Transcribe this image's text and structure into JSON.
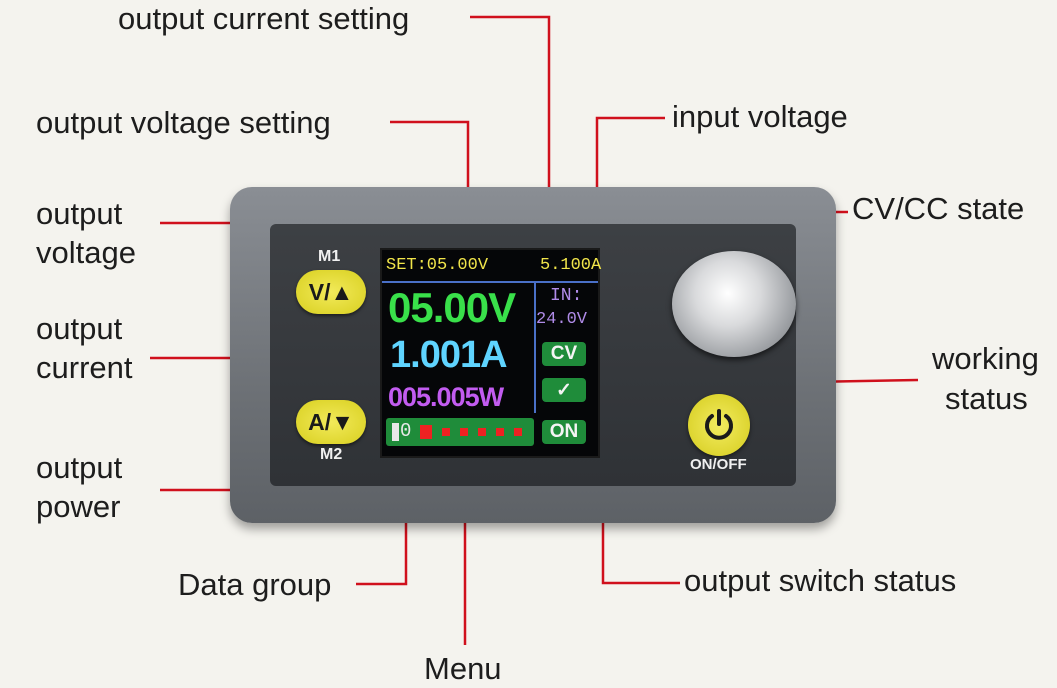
{
  "labels": {
    "output_current_setting": "output current setting",
    "output_voltage_setting": "output voltage setting",
    "output_voltage_1": "output",
    "output_voltage_2": "voltage",
    "output_current_1": "output",
    "output_current_2": "current",
    "output_power_1": "output",
    "output_power_2": "power",
    "data_group": "Data group",
    "menu": "Menu",
    "input_voltage": "input voltage",
    "cv_cc_state": "CV/CC state",
    "working_status_1": "working",
    "working_status_2": "status",
    "output_switch_status": "output switch status"
  },
  "device": {
    "m1_label": "M1",
    "m1_button": "V/▲",
    "m2_label": "M2",
    "m2_button": "A/▼",
    "power_label": "ON/OFF",
    "screen": {
      "set_line": "SET:05.00V",
      "set_current": "5.100A",
      "voltage": "05.00V",
      "current": "1.001A",
      "power": "005.005W",
      "in_label": "IN:",
      "in_voltage": "24.0V",
      "cv_badge": "CV",
      "status_badge": "✓",
      "on_badge": "ON",
      "group": "0"
    }
  },
  "colors": {
    "leader_line": "#d0101c",
    "set_line": "#f1e54a",
    "voltage": "#39e04a",
    "current": "#5fd4ff",
    "power": "#c25cf0",
    "in": "#b08be8",
    "badge": "#1f8c3a",
    "button": "#e4dc2c"
  },
  "icons": {
    "power": "power-icon",
    "knob": "rotary-knob"
  }
}
